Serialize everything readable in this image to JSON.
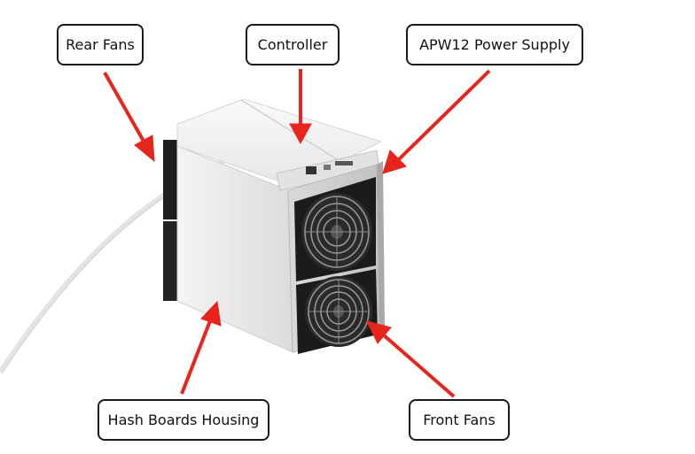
{
  "labels": {
    "rear_fans": "Rear Fans",
    "controller": "Controller",
    "power_supply": "APW12 Power Supply",
    "hash_boards": "Hash Boards Housing",
    "front_fans": "Front Fans"
  },
  "colors": {
    "arrow": "#e8251c",
    "housing": "#ececec",
    "fan_frame": "#1b1b1b",
    "label_border": "#1a1a1a"
  },
  "icons": {
    "arrows": "red-arrow-icon",
    "miner": "asic-miner-illustration"
  }
}
